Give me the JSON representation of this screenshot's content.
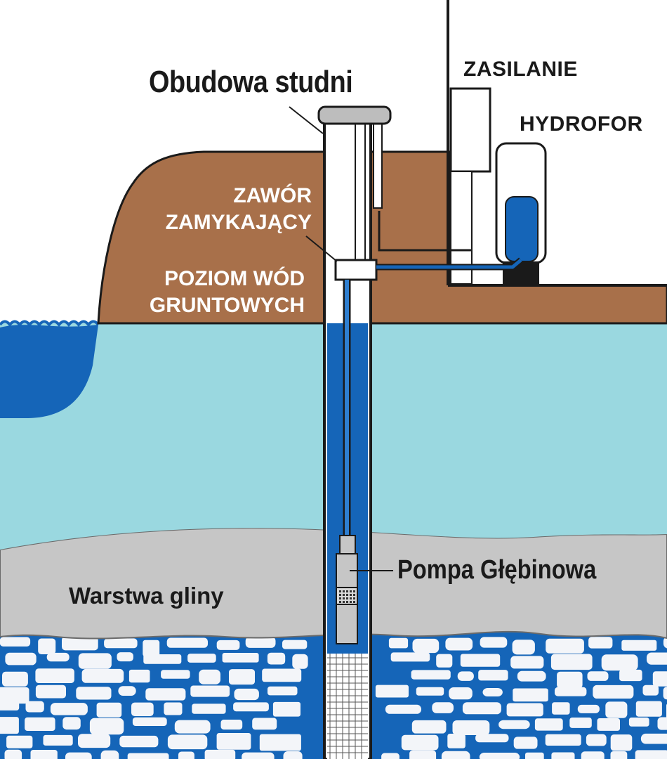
{
  "labels": {
    "casing": "Obudowa studni",
    "power": "ZASILANIE",
    "pressure_tank": "HYDROFOR",
    "valve_line1": "ZAWÓR",
    "valve_line2": "ZAMYKAJĄCY",
    "water_table_line1": "POZIOM WÓD",
    "water_table_line2": "GRUNTOWYCH",
    "pump": "Pompa Głębinowa",
    "clay": "Warstwa gliny"
  },
  "colors": {
    "soil": "#a8704a",
    "groundwater": "#9ad8e0",
    "lake": "#1565b8",
    "clay": "#c8c8c8",
    "aquifer": "#1565b8",
    "stones": "#f3f5f9",
    "well_water": "#1565b8",
    "outline": "#1a1a1a"
  }
}
